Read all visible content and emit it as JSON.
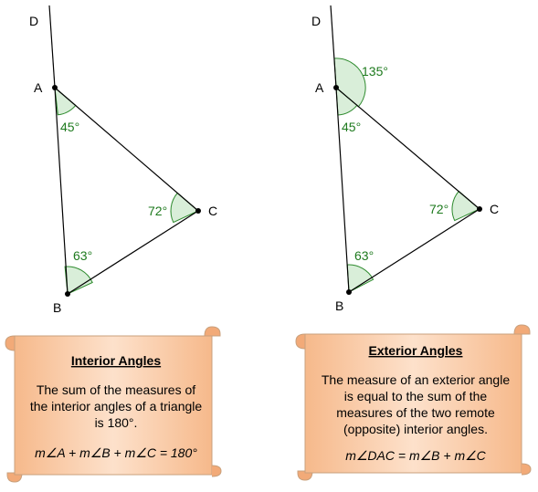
{
  "diagrams": [
    {
      "points": {
        "D": "D",
        "A": "A",
        "B": "B",
        "C": "C"
      },
      "angles": {
        "A_interior": "45°",
        "B_interior": "63°",
        "C_interior": "72°"
      }
    },
    {
      "points": {
        "D": "D",
        "A": "A",
        "B": "B",
        "C": "C"
      },
      "angles": {
        "A_exterior": "135°",
        "A_interior": "45°",
        "B_interior": "63°",
        "C_interior": "72°"
      }
    }
  ],
  "scrolls": [
    {
      "title": "Interior Angles",
      "lines": [
        "The sum of the measures of",
        "the interior angles of a triangle",
        "is 180°."
      ],
      "formula": "m∠A + m∠B + m∠C = 180°"
    },
    {
      "title": "Exterior Angles",
      "lines": [
        "The measure of an exterior angle",
        "is equal to the sum of the",
        "measures of the two remote",
        "(opposite) interior angles."
      ],
      "formula": "m∠DAC = m∠B + m∠C"
    }
  ],
  "colors": {
    "angle_fill": "#d9eed9",
    "angle_stroke": "#2e8b2e",
    "angle_text": "#1e7a1e",
    "scroll_fill": "#fbd3b4",
    "scroll_stroke": "#c9a07c"
  }
}
